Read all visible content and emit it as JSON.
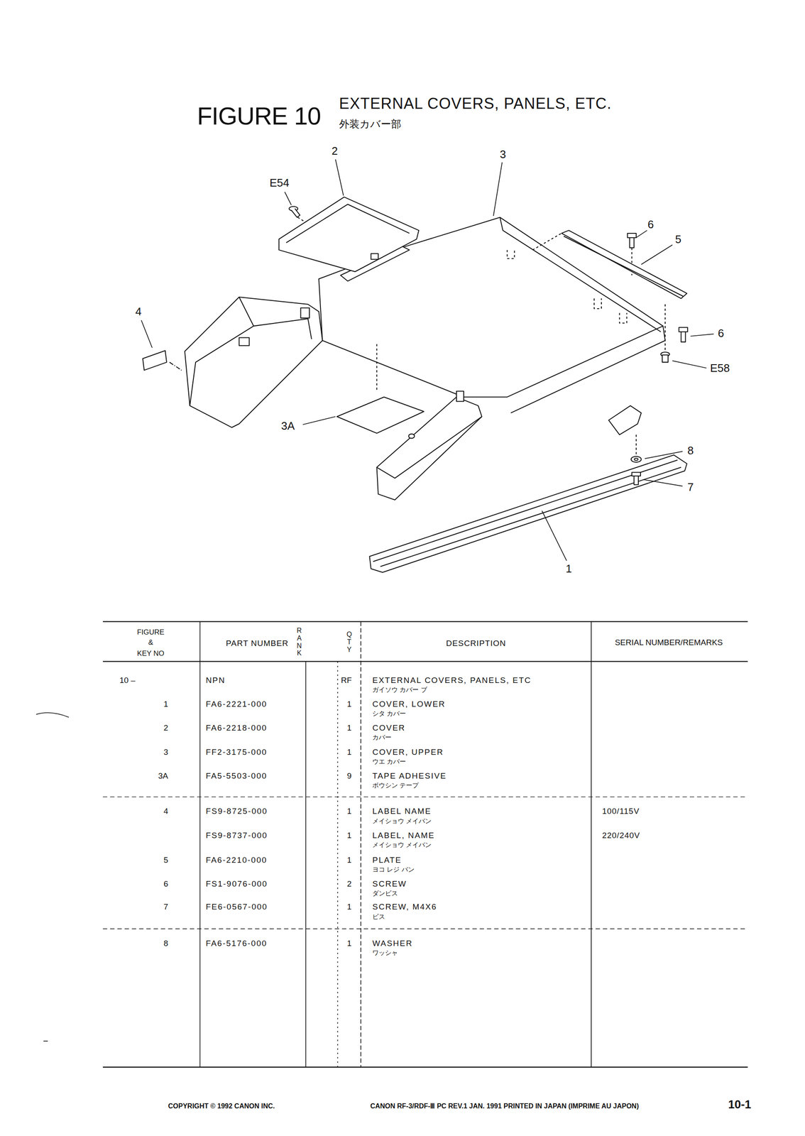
{
  "diagram": {
    "title": "FIGURE 10",
    "labels": [
      "EXTERNAL COVERS, PANELS, ETC.",
      "外装カバー部",
      "2",
      "3",
      "E54",
      "6",
      "5",
      "4",
      "6",
      "E58",
      "3A",
      "8",
      "7",
      "1",
      "FIGURE",
      "&",
      "KEY NO",
      "PART NUMBER",
      "RANK",
      "QTY",
      "DESCRIPTION",
      "SERIAL NUMBER/REMARKS",
      "10 –",
      "NPN",
      "RF",
      "EXTERNAL COVERS, PANELS, ETC",
      "ガイソウ カバー ブ",
      "1",
      "FA6-2221-000",
      "1",
      "COVER, LOWER",
      "シタ カバー",
      "2",
      "FA6-2218-000",
      "1",
      "COVER",
      "カバー",
      "3",
      "FF2-3175-000",
      "1",
      "COVER, UPPER",
      "ウエ カバー",
      "3A",
      "FA5-5503-000",
      "9",
      "TAPE ADHESIVE",
      "ボウシン テープ",
      "4",
      "FS9-8725-000",
      "1",
      "LABEL NAME",
      "メイショウ メイバン",
      "100/115V",
      "FS9-8737-000",
      "1",
      "LABEL, NAME",
      "メイショウ メイバン",
      "220/240V",
      "5",
      "FA6-2210-000",
      "1",
      "PLATE",
      "ヨコ レジ バン",
      "6",
      "FS1-9076-000",
      "2",
      "SCREW",
      "ダンビス",
      "7",
      "FE6-0567-000",
      "1",
      "SCREW, M4X6",
      "ビス",
      "8",
      "FA6-5176-000",
      "1",
      "WASHER",
      "ワッシャ",
      "COPYRIGHT © 1992 CANON INC.",
      "CANON RF-3/RDF-Ⅲ PC REV.1 JAN. 1991 PRINTED IN JAPAN (IMPRIME AU JAPON)",
      "10-1"
    ]
  }
}
